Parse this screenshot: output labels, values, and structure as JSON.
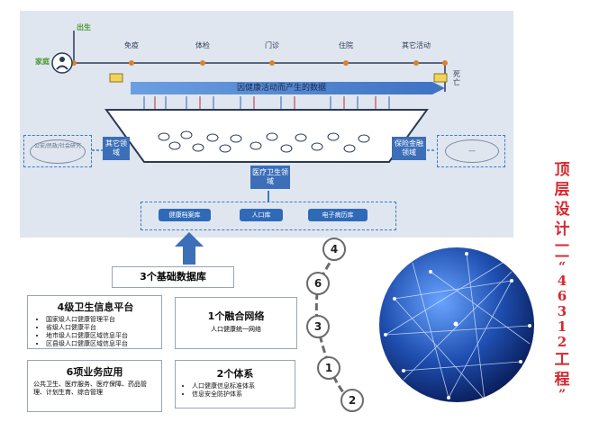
{
  "lifecycle": {
    "start_left": "出生",
    "person_label": "家庭",
    "stages": [
      "免疫",
      "体检",
      "门诊",
      "住院",
      "其它活动"
    ],
    "end_label": "死亡"
  },
  "data_banner": "因健康活动而产生的数据",
  "other_domain": {
    "box": "其它领域",
    "outer": "公安/民政/社会研究"
  },
  "insurance_domain": {
    "box": "保险金融领域",
    "outer": "—"
  },
  "health_domain": "医疗卫生领域",
  "databases": [
    "健康档案库",
    "人口库",
    "电子病历库"
  ],
  "db_callout": "3个基础数据库",
  "platform": {
    "title": "4级卫生信息平台",
    "items": [
      "国家级人口健康管理平台",
      "省级人口健康平台",
      "地市级人口健康区域信息平台",
      "区县级人口健康区域信息平台"
    ]
  },
  "network": {
    "title": "1个融合网络",
    "sub": "人口健康统一网络"
  },
  "business": {
    "title": "6项业务应用",
    "text": "公共卫生、医疗服务、医疗保障、药品管理、计划生育、综合管理"
  },
  "system": {
    "title": "2个体系",
    "items": [
      "人口健康信息标准体系",
      "信息安全防护体系"
    ]
  },
  "chain": [
    "4",
    "6",
    "3",
    "1",
    "2"
  ],
  "vertical_title": "顶层设计——“4631 2”工程",
  "vertical_chars": [
    "顶",
    "层",
    "设",
    "计",
    "—",
    "—",
    "“",
    "4",
    "6",
    "3",
    "1",
    "2",
    "工",
    "程",
    "”"
  ]
}
